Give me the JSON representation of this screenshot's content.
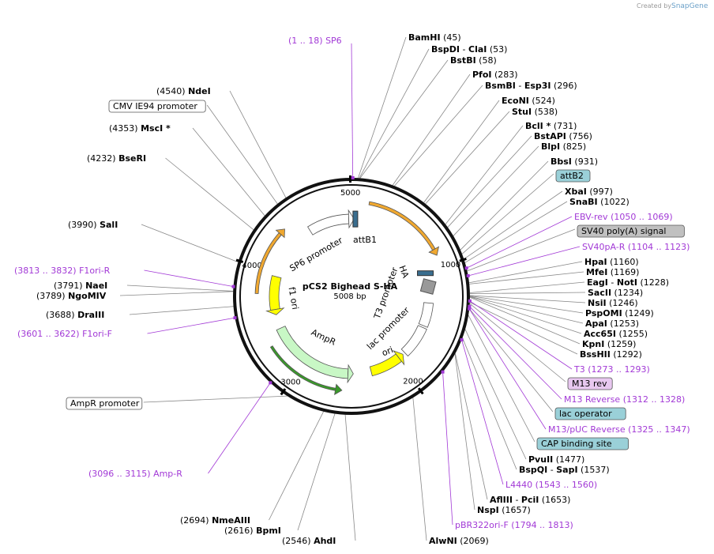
{
  "plasmid": {
    "name": "pCS2 Bighead S-HA",
    "length_label": "5008 bp",
    "length": 5008
  },
  "credit": {
    "text": "Created by",
    "brand": "SnapGene"
  },
  "colors": {
    "enzyme": "#000000",
    "primer": "#a239d6",
    "amp": "#c8f7c5",
    "promoter": "#ffffff",
    "ori": "#ffff00",
    "f1": "#ffff00",
    "orange": "#f0a830",
    "green": "#3a9a2a",
    "box_blue": "#9ad0d8",
    "box_gray": "#c0c0c0",
    "box_purple": "#e8c8f0"
  },
  "ticks": [
    "1000",
    "2000",
    "3000",
    "4000",
    "5000"
  ],
  "features": [
    {
      "name": "SP6 promoter",
      "label": "SP6 promoter"
    },
    {
      "name": "f1 ori",
      "label": "f1 ori"
    },
    {
      "name": "AmpR",
      "label": "AmpR"
    },
    {
      "name": "ori",
      "label": "ori"
    },
    {
      "name": "lac promoter",
      "label": "lac promoter"
    },
    {
      "name": "T3 promoter",
      "label": "T3 promoter"
    },
    {
      "name": "HA",
      "label": "HA"
    },
    {
      "name": "attB1",
      "label": "attB1"
    }
  ],
  "right_labels": [
    {
      "name": "BamHI",
      "pos": "(45)",
      "type": "enzyme"
    },
    {
      "name": "BspDI",
      "name2": "ClaI",
      "pos": "(53)",
      "type": "enzyme"
    },
    {
      "name": "BstBI",
      "pos": "(58)",
      "type": "enzyme"
    },
    {
      "name": "PfoI",
      "pos": "(283)",
      "type": "enzyme"
    },
    {
      "name": "BsmBI",
      "name2": "Esp3I",
      "pos": "(296)",
      "type": "enzyme"
    },
    {
      "name": "EcoNI",
      "pos": "(524)",
      "type": "enzyme"
    },
    {
      "name": "StuI",
      "pos": "(538)",
      "type": "enzyme"
    },
    {
      "name": "BclI *",
      "pos": "(731)",
      "type": "enzyme"
    },
    {
      "name": "BstAPI",
      "pos": "(756)",
      "type": "enzyme"
    },
    {
      "name": "BlpI",
      "pos": "(825)",
      "type": "enzyme"
    },
    {
      "name": "BbsI",
      "pos": "(931)",
      "type": "enzyme"
    },
    {
      "name": "attB2",
      "type": "box_blue"
    },
    {
      "name": "XbaI",
      "pos": "(997)",
      "type": "enzyme"
    },
    {
      "name": "SnaBI",
      "pos": "(1022)",
      "type": "enzyme"
    },
    {
      "name": "EBV-rev",
      "pos": "(1050 .. 1069)",
      "type": "primer"
    },
    {
      "name": "SV40 poly(A) signal",
      "type": "box_gray"
    },
    {
      "name": "SV40pA-R",
      "pos": "(1104 .. 1123)",
      "type": "primer"
    },
    {
      "name": "HpaI",
      "pos": "(1160)",
      "type": "enzyme"
    },
    {
      "name": "MfeI",
      "pos": "(1169)",
      "type": "enzyme"
    },
    {
      "name": "EagI",
      "name2": "NotI",
      "pos": "(1228)",
      "type": "enzyme"
    },
    {
      "name": "SacII",
      "pos": "(1234)",
      "type": "enzyme"
    },
    {
      "name": "NsiI",
      "pos": "(1246)",
      "type": "enzyme"
    },
    {
      "name": "PspOMI",
      "pos": "(1249)",
      "type": "enzyme"
    },
    {
      "name": "ApaI",
      "pos": "(1253)",
      "type": "enzyme"
    },
    {
      "name": "Acc65I",
      "pos": "(1255)",
      "type": "enzyme"
    },
    {
      "name": "KpnI",
      "pos": "(1259)",
      "type": "enzyme"
    },
    {
      "name": "BssHII",
      "pos": "(1292)",
      "type": "enzyme"
    },
    {
      "name": "T3",
      "pos": "(1273 .. 1293)",
      "type": "primer"
    },
    {
      "name": "M13 rev",
      "type": "box_purple"
    },
    {
      "name": "M13 Reverse",
      "pos": "(1312 .. 1328)",
      "type": "primer"
    },
    {
      "name": "lac operator",
      "type": "box_blue"
    },
    {
      "name": "M13/pUC Reverse",
      "pos": "(1325 .. 1347)",
      "type": "primer"
    },
    {
      "name": "CAP binding site",
      "type": "box_blue"
    },
    {
      "name": "PvuII",
      "pos": "(1477)",
      "type": "enzyme"
    },
    {
      "name": "BspQI",
      "name2": "SapI",
      "pos": "(1537)",
      "type": "enzyme"
    },
    {
      "name": "L4440",
      "pos": "(1543 .. 1560)",
      "type": "primer"
    },
    {
      "name": "AflIII",
      "name2": "PciI",
      "pos": "(1653)",
      "type": "enzyme"
    },
    {
      "name": "NspI",
      "pos": "(1657)",
      "type": "enzyme"
    },
    {
      "name": "pBR322ori-F",
      "pos": "(1794 .. 1813)",
      "type": "primer"
    },
    {
      "name": "AlwNI",
      "pos": "(2069)",
      "type": "enzyme"
    }
  ],
  "left_labels": [
    {
      "name": "SP6",
      "pos": "(1 .. 18)",
      "type": "primer"
    },
    {
      "name": "NdeI",
      "pos": "(4540)",
      "type": "enzyme"
    },
    {
      "name": "CMV IE94 promoter",
      "type": "box_white"
    },
    {
      "name": "MscI *",
      "pos": "(4353)",
      "type": "enzyme"
    },
    {
      "name": "BseRI",
      "pos": "(4232)",
      "type": "enzyme"
    },
    {
      "name": "SalI",
      "pos": "(3990)",
      "type": "enzyme"
    },
    {
      "name": "F1ori-R",
      "pos": "(3813 .. 3832)",
      "type": "primer"
    },
    {
      "name": "NaeI",
      "pos": "(3791)",
      "type": "enzyme"
    },
    {
      "name": "NgoMIV",
      "pos": "(3789)",
      "type": "enzyme"
    },
    {
      "name": "DraIII",
      "pos": "(3688)",
      "type": "enzyme"
    },
    {
      "name": "F1ori-F",
      "pos": "(3601 .. 3622)",
      "type": "primer"
    },
    {
      "name": "AmpR promoter",
      "type": "box_white"
    },
    {
      "name": "Amp-R",
      "pos": "(3096 .. 3115)",
      "type": "primer"
    },
    {
      "name": "NmeAIII",
      "pos": "(2694)",
      "type": "enzyme"
    },
    {
      "name": "BpmI",
      "pos": "(2616)",
      "type": "enzyme"
    },
    {
      "name": "AhdI",
      "pos": "(2546)",
      "type": "enzyme"
    }
  ]
}
